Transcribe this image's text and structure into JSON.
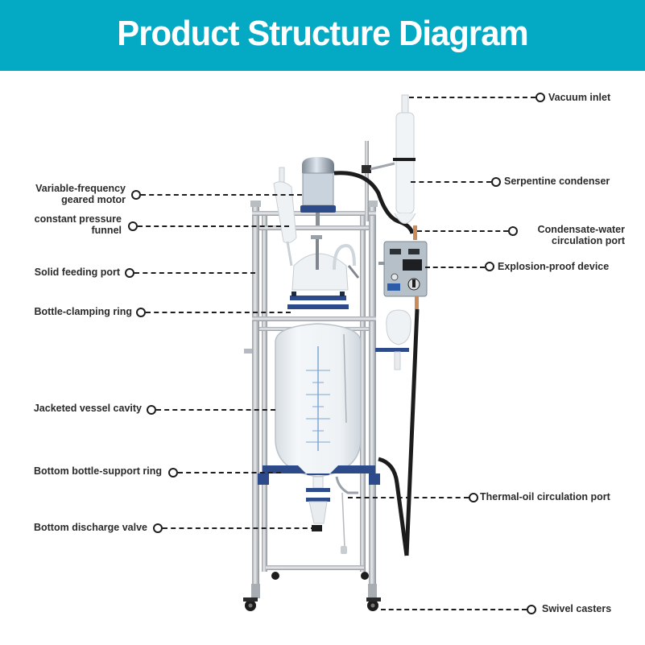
{
  "header": {
    "title": "Product Structure Diagram",
    "background_color": "#04a9c4",
    "text_color": "#ffffff"
  },
  "product": {
    "name": "jacketed glass reactor",
    "accent_color": "#2d4a8a",
    "hose_color": "#1c1c1c"
  },
  "callouts": {
    "left": [
      {
        "id": "variable-frequency-geared-motor",
        "line1": "Variable-frequency",
        "line2": "geared motor"
      },
      {
        "id": "constant-pressure-funnel",
        "line1": "constant pressure",
        "line2": "funnel"
      },
      {
        "id": "solid-feeding-port",
        "line1": "Solid feeding port",
        "line2": ""
      },
      {
        "id": "bottle-clamping-ring",
        "line1": "Bottle-clamping ring",
        "line2": ""
      },
      {
        "id": "jacketed-vessel-cavity",
        "line1": "Jacketed vessel cavity",
        "line2": ""
      },
      {
        "id": "bottom-bottle-support-ring",
        "line1": "Bottom bottle-support ring",
        "line2": ""
      },
      {
        "id": "bottom-discharge-valve",
        "line1": "Bottom discharge valve",
        "line2": ""
      }
    ],
    "right": [
      {
        "id": "vacuum-inlet",
        "line1": "Vacuum inlet",
        "line2": ""
      },
      {
        "id": "serpentine-condenser",
        "line1": "Serpentine condenser",
        "line2": ""
      },
      {
        "id": "condensate-water-circulation-port",
        "line1": "Condensate-water",
        "line2": "circulation port"
      },
      {
        "id": "explosion-proof-device",
        "line1": "Explosion-proof device",
        "line2": ""
      },
      {
        "id": "thermal-oil-circulation-port",
        "line1": "Thermal-oil circulation port",
        "line2": ""
      },
      {
        "id": "swivel-casters",
        "line1": "Swivel casters",
        "line2": ""
      }
    ]
  }
}
